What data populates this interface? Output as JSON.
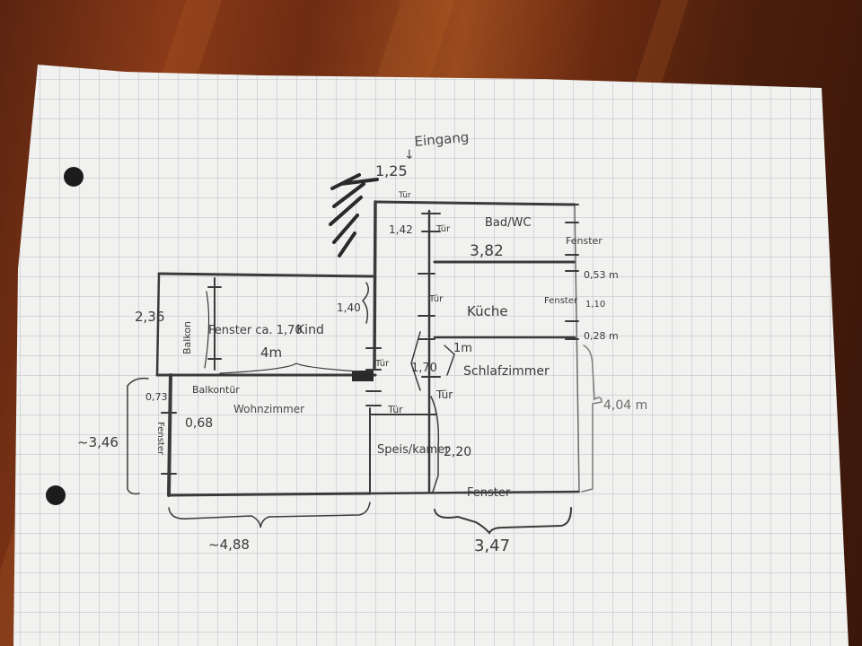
{
  "scene": "Hand-drawn apartment floor plan on grid paper",
  "entrance": {
    "label": "Eingang",
    "width": "1,25",
    "door": "Tür"
  },
  "rooms": [
    {
      "name": "Bad/WC",
      "dimension": "3,82",
      "door": "Tür"
    },
    {
      "name": "Küche",
      "door": "Tür"
    },
    {
      "name": "Kind",
      "dimension": "4m",
      "window_note": "Fenster ca. 1,70"
    },
    {
      "name": "Wohnzimmer",
      "door": "Tür"
    },
    {
      "name": "Schlafzimmer",
      "door": "Tür"
    },
    {
      "name": "Speis/kamer",
      "dimension": "2,20",
      "door": "Tür"
    },
    {
      "name": "Balkon"
    }
  ],
  "labels": {
    "balkon": "Balkon",
    "balkontuer": "Balkontür",
    "fenster": "Fenster",
    "fenster_bottom": "Fenster",
    "fenster_left": "Fenster",
    "tuer": "Tür"
  },
  "dimensions": {
    "entrance_width": "1,25",
    "hall_height": "1,42",
    "bad_width": "3,82",
    "kind_height_left": "2,36",
    "kind_wall": "1,40",
    "kind_width": "4m",
    "bedroom_door_gap": "1,70",
    "bedroom_1m": "1m",
    "window_gap_top": "0,53 m",
    "window_height": "1,10",
    "window_gap_bottom": "0,28 m",
    "bedroom_height": "4,04 m",
    "speis_height": "2,20",
    "living_height": "~3,46",
    "balcony_offset": "0,73",
    "balcony_door": "0,68",
    "living_width": "~4,88",
    "bedroom_width": "3,47"
  },
  "colors": {
    "paper": "#f1f1ef",
    "grid": "#b9bcc2",
    "pencil": "#3a3a3a",
    "wood": "#7a3416"
  }
}
